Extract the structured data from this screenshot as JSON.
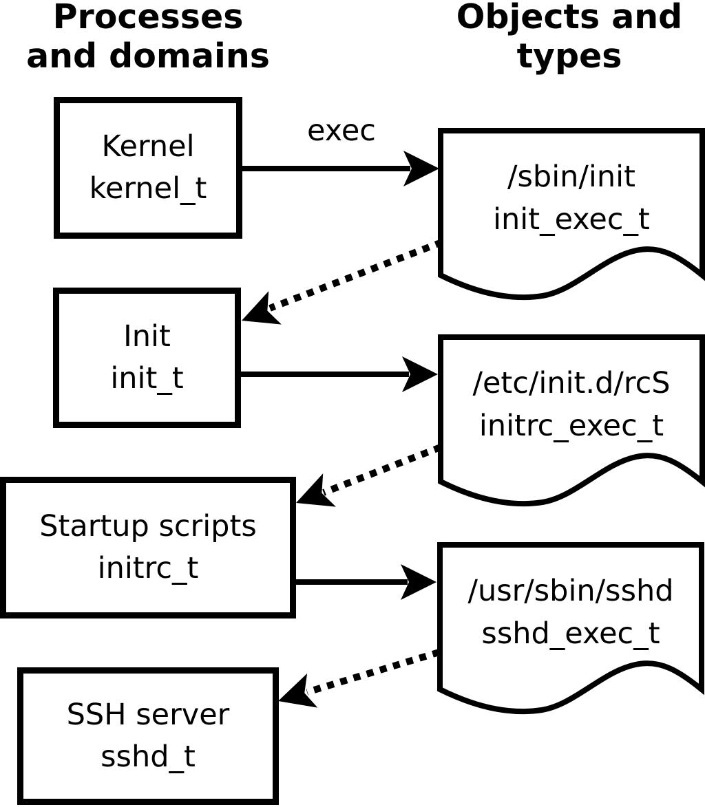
{
  "headers": {
    "left": [
      "Processes",
      "and domains"
    ],
    "right": [
      "Objects and",
      "types"
    ]
  },
  "processes": [
    {
      "name": "Kernel",
      "domain": "kernel_t"
    },
    {
      "name": "Init",
      "domain": "init_t"
    },
    {
      "name": "Startup scripts",
      "domain": "initrc_t"
    },
    {
      "name": "SSH server",
      "domain": "sshd_t"
    }
  ],
  "objects": [
    {
      "path": "/sbin/init",
      "type": "init_exec_t"
    },
    {
      "path": "/etc/init.d/rcS",
      "type": "initrc_exec_t"
    },
    {
      "path": "/usr/sbin/sshd",
      "type": "sshd_exec_t"
    }
  ],
  "edges": [
    {
      "from": "Kernel",
      "to": "/sbin/init",
      "label": "exec",
      "style": "solid"
    },
    {
      "from": "/sbin/init",
      "to": "Init",
      "label": "",
      "style": "dotted"
    },
    {
      "from": "Init",
      "to": "/etc/init.d/rcS",
      "label": "",
      "style": "solid"
    },
    {
      "from": "/etc/init.d/rcS",
      "to": "Startup scripts",
      "label": "",
      "style": "dotted"
    },
    {
      "from": "Startup scripts",
      "to": "/usr/sbin/sshd",
      "label": "",
      "style": "solid"
    },
    {
      "from": "/usr/sbin/sshd",
      "to": "SSH server",
      "label": "",
      "style": "dotted"
    }
  ],
  "colors": {
    "line": "#000000",
    "background": "#ffffff"
  }
}
